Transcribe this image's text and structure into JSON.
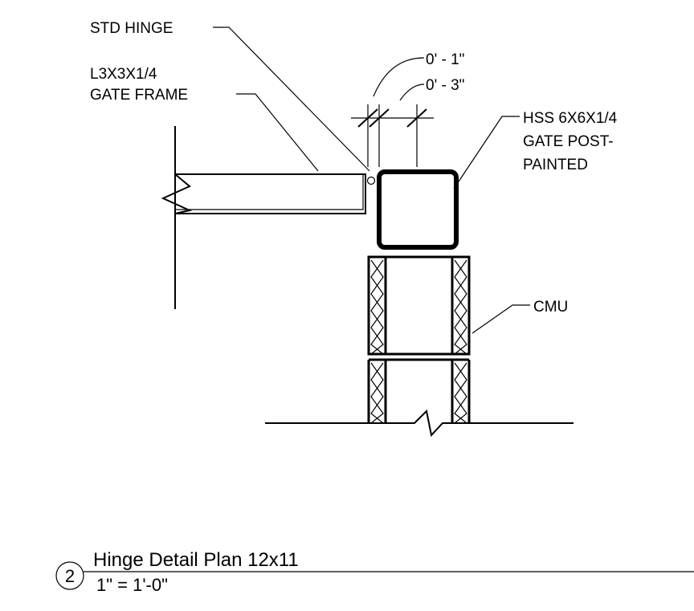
{
  "labels": {
    "std_hinge": "STD HINGE",
    "gate_frame_line1": "L3X3X1/4",
    "gate_frame_line2": "GATE FRAME",
    "dim_1": "0' - 1\"",
    "dim_3": "0' - 3\"",
    "post_line1": "HSS 6X6X1/4",
    "post_line2": "GATE POST-",
    "post_line3": "PAINTED",
    "cmu": "CMU"
  },
  "title_block": {
    "detail_number": "2",
    "title": "Hinge Detail Plan 12x11",
    "scale": "1\" = 1'-0\""
  }
}
